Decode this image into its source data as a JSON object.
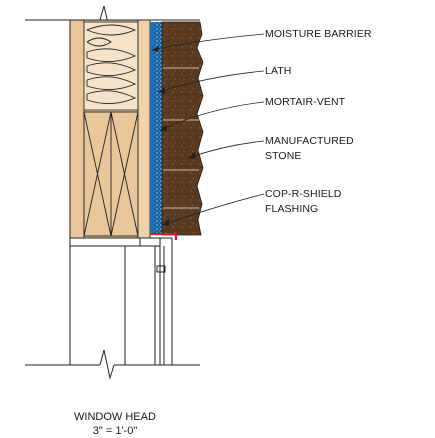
{
  "callouts": {
    "moisture_barrier": "MOISTURE BARRIER",
    "lath": "LATH",
    "mortar_vent": "MORTAIR-VENT",
    "manufactured_stone": [
      "MANUFACTURED",
      "STONE"
    ],
    "flashing": [
      "COP-R-SHIELD",
      "FLASHING"
    ]
  },
  "detail_title": {
    "name": "WINDOW HEAD",
    "scale": "3\" = 1'-0\""
  },
  "colors": {
    "wood": "#e9c79a",
    "insulation": "#f4e3c8",
    "sheathing": "#f0d2a8",
    "moisture_barrier": "#1f6fb8",
    "stone": "#5b3a22",
    "flashing": "#c0262c",
    "line": "#222222"
  }
}
